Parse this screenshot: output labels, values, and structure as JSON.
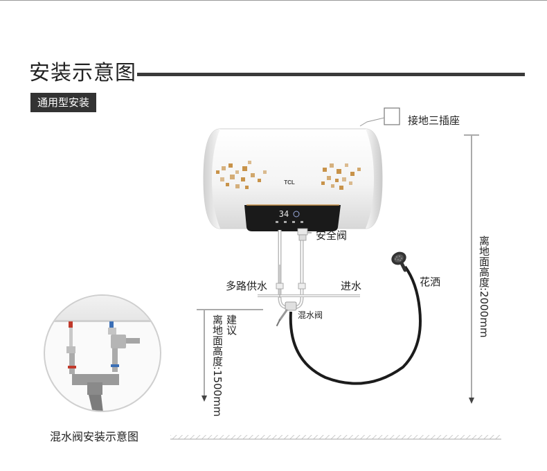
{
  "title": "安装示意图",
  "install_type": "通用型安装",
  "labels": {
    "socket": "接地三插座",
    "safety_valve": "安全阀",
    "multi_supply": "多路供水",
    "water_in": "进水",
    "shower": "花洒",
    "mixing_valve": "混水阀",
    "height_2000": "离地面高度:2000mm",
    "height_1500_suggest": "建议",
    "height_1500": "离地面高度:1500mm"
  },
  "heater": {
    "brand": "TCL",
    "display_temp": "34"
  },
  "inset_caption": "混水阀安装示意图",
  "colors": {
    "title_bar": "#3a3a3a",
    "tag_bg": "#333333",
    "heater_body": "#f2f2f2",
    "pattern_gold": "#c8934a",
    "panel": "#1a1a1a",
    "hose": "#1c1c1c"
  }
}
